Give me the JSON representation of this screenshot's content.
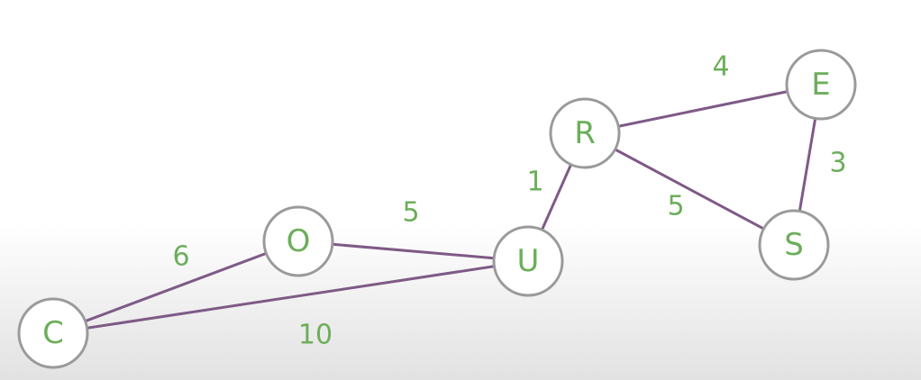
{
  "graph": {
    "nodes": [
      {
        "id": "C",
        "label": "C"
      },
      {
        "id": "O",
        "label": "O"
      },
      {
        "id": "U",
        "label": "U"
      },
      {
        "id": "R",
        "label": "R"
      },
      {
        "id": "E",
        "label": "E"
      },
      {
        "id": "S",
        "label": "S"
      }
    ],
    "edges": [
      {
        "from": "C",
        "to": "O",
        "weight": "6"
      },
      {
        "from": "C",
        "to": "U",
        "weight": "10"
      },
      {
        "from": "O",
        "to": "U",
        "weight": "5"
      },
      {
        "from": "U",
        "to": "R",
        "weight": "1"
      },
      {
        "from": "R",
        "to": "E",
        "weight": "4"
      },
      {
        "from": "R",
        "to": "S",
        "weight": "5"
      },
      {
        "from": "E",
        "to": "S",
        "weight": "3"
      }
    ]
  },
  "colors": {
    "edge": "#7e5a86",
    "node_stroke": "#9a9a9a",
    "label": "#6cae5a"
  }
}
